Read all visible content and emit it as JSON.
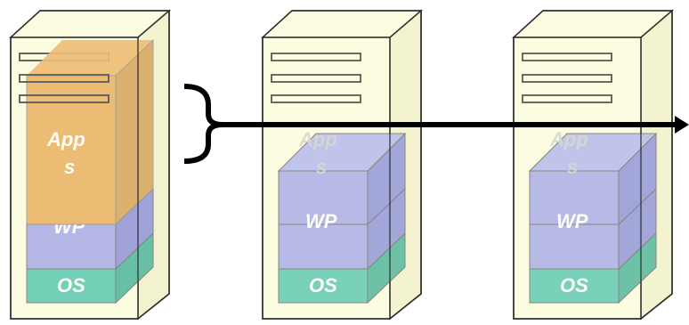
{
  "servers": [
    {
      "id": "server-1",
      "layers": {
        "os": "OS",
        "wp": "WP",
        "apps_line1": "App",
        "apps_line2": "s"
      }
    },
    {
      "id": "server-2",
      "layers": {
        "os": "OS",
        "wp": "WP",
        "apps_line1": "App",
        "apps_line2": "s"
      }
    },
    {
      "id": "server-3",
      "layers": {
        "os": "OS",
        "wp": "WP",
        "apps_line1": "App",
        "apps_line2": "s"
      }
    }
  ],
  "colors": {
    "tower_fill": "#fdfde1",
    "tower_side": "#efefc8",
    "tower_stroke": "#2b2b2b",
    "os": "#3fbfa7",
    "wp": "#8f94e6",
    "apps_orange": "#e49a3a",
    "arrow": "#000000"
  }
}
